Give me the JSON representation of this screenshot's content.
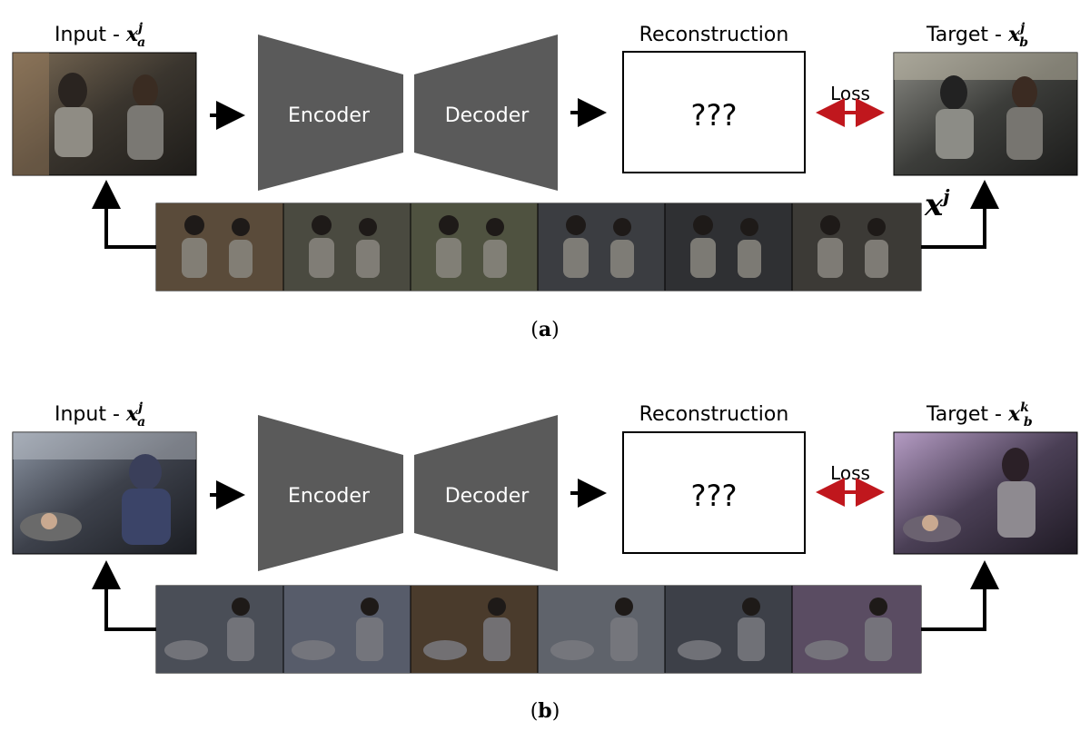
{
  "colors": {
    "block_fill": "#5a5a5a",
    "loss_arrow": "#c0171d",
    "arrow": "#000000",
    "panel_a_tint": "#3f3a32",
    "panel_b_tint": "#3a3d46"
  },
  "panels": [
    {
      "id": "a",
      "input_label": "Input - ",
      "input_var": "x",
      "input_sup": "j",
      "input_sub": "a",
      "encoder": "Encoder",
      "decoder": "Decoder",
      "recon_label": "Reconstruction",
      "recon_text": "???",
      "loss": "Loss",
      "target_label": "Target - ",
      "target_var": "x",
      "target_sup": "j",
      "target_sub": "b",
      "strip_var": "x",
      "strip_sup": "j",
      "caption_open": "(",
      "caption_letter": "a",
      "caption_close": ")",
      "strip_frames": [
        "frame-1",
        "frame-2",
        "frame-3",
        "frame-4",
        "frame-5",
        "frame-6"
      ]
    },
    {
      "id": "b",
      "input_label": "Input - ",
      "input_var": "x",
      "input_sup": "j",
      "input_sub": "a",
      "encoder": "Encoder",
      "decoder": "Decoder",
      "recon_label": "Reconstruction",
      "recon_text": "???",
      "loss": "Loss",
      "target_label": "Target - ",
      "target_var": "x",
      "target_sup": "k",
      "target_sub": "b",
      "caption_open": "(",
      "caption_letter": "b",
      "caption_close": ")",
      "strip_frames": [
        "frame-1",
        "frame-2",
        "frame-3",
        "frame-4",
        "frame-5",
        "frame-6"
      ]
    }
  ]
}
